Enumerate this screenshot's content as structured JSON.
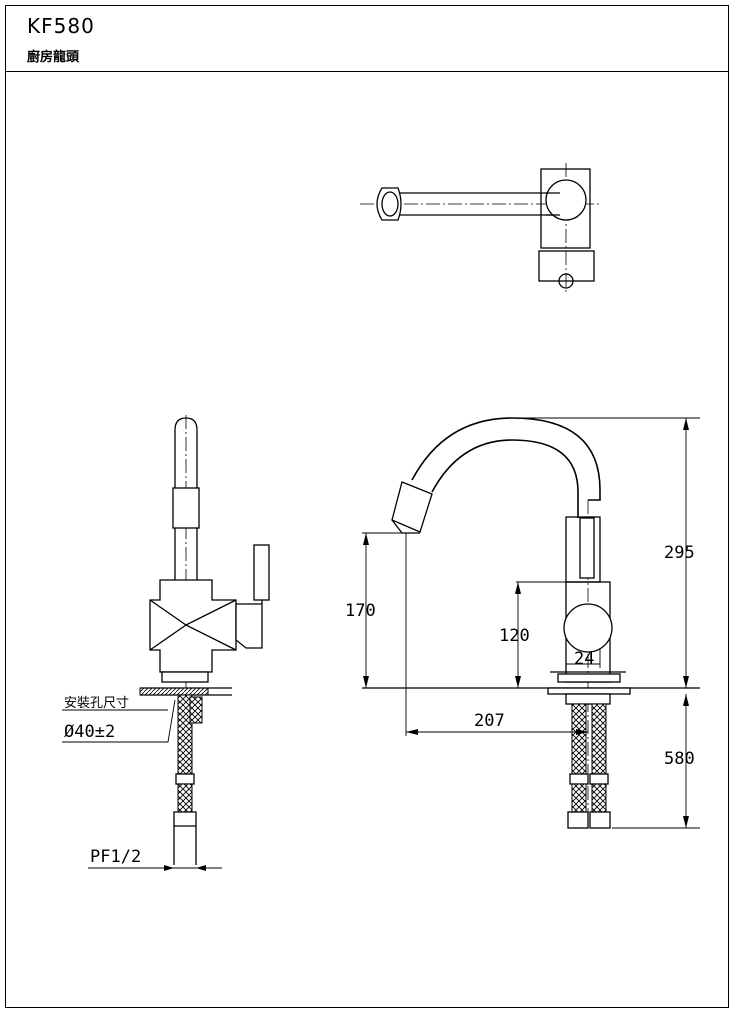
{
  "header": {
    "model_code": "KF580",
    "product_name": "廚房龍頭"
  },
  "dimensions": {
    "height_total": "295",
    "spout_height": "170",
    "handle_height": "120",
    "body_width": "24",
    "spout_reach": "207",
    "hose_length": "580",
    "mounting_hole_label": "安裝孔尺寸",
    "mounting_hole_value": "Ø40±2",
    "thread_size": "PF1/2"
  }
}
